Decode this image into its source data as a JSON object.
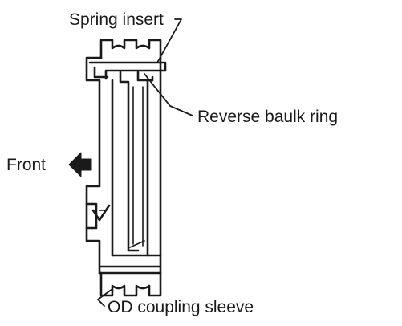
{
  "diagram": {
    "labels": {
      "spring_insert": "Spring insert",
      "reverse_baulk_ring": "Reverse baulk ring",
      "front": "Front",
      "od_coupling_sleeve": "OD coupling sleeve"
    },
    "colors": {
      "ink": "#1a1a1a",
      "background": "#ffffff"
    }
  }
}
